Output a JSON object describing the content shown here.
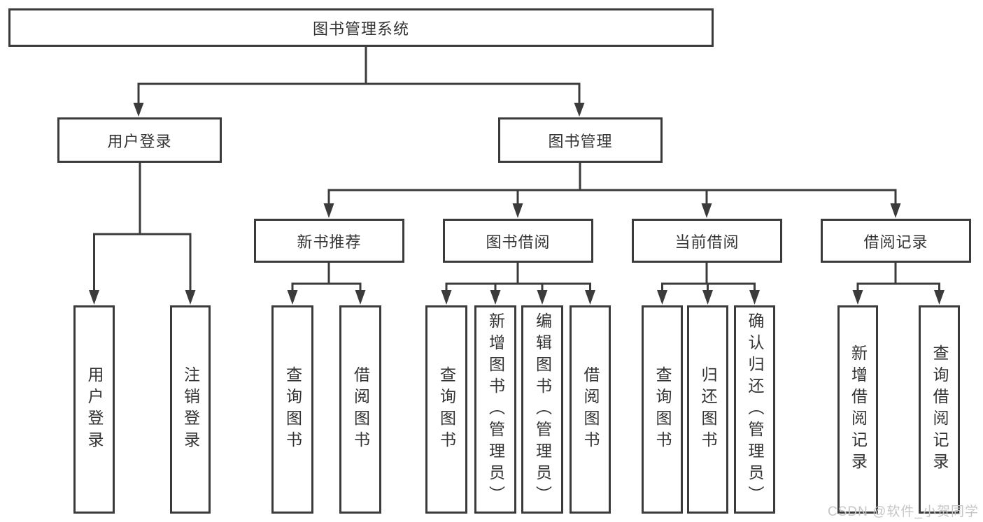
{
  "diagram": {
    "root": {
      "label": "图书管理系统"
    },
    "branches": {
      "user": {
        "label": "用户登录",
        "children": [
          "用户登录",
          "注销登录"
        ]
      },
      "mgmt": {
        "label": "图书管理"
      },
      "recommend": {
        "label": "新书推荐",
        "children": [
          "查询图书",
          "借阅图书"
        ]
      },
      "borrow": {
        "label": "图书借阅",
        "children": [
          "查询图书",
          "新增图书（管理员）",
          "编辑图书（管理员）",
          "借阅图书"
        ]
      },
      "current": {
        "label": "当前借阅",
        "children": [
          "查询图书",
          "归还图书",
          "确认归还（管理员）"
        ]
      },
      "records": {
        "label": "借阅记录",
        "children": [
          "新增借阅记录",
          "查询借阅记录"
        ]
      }
    }
  },
  "watermark": "CSDN @软件_小贺同学",
  "colors": {
    "line": "#3b3b3b",
    "text": "#333333",
    "watermark": "#c6c6c6",
    "bg": "#ffffff"
  }
}
